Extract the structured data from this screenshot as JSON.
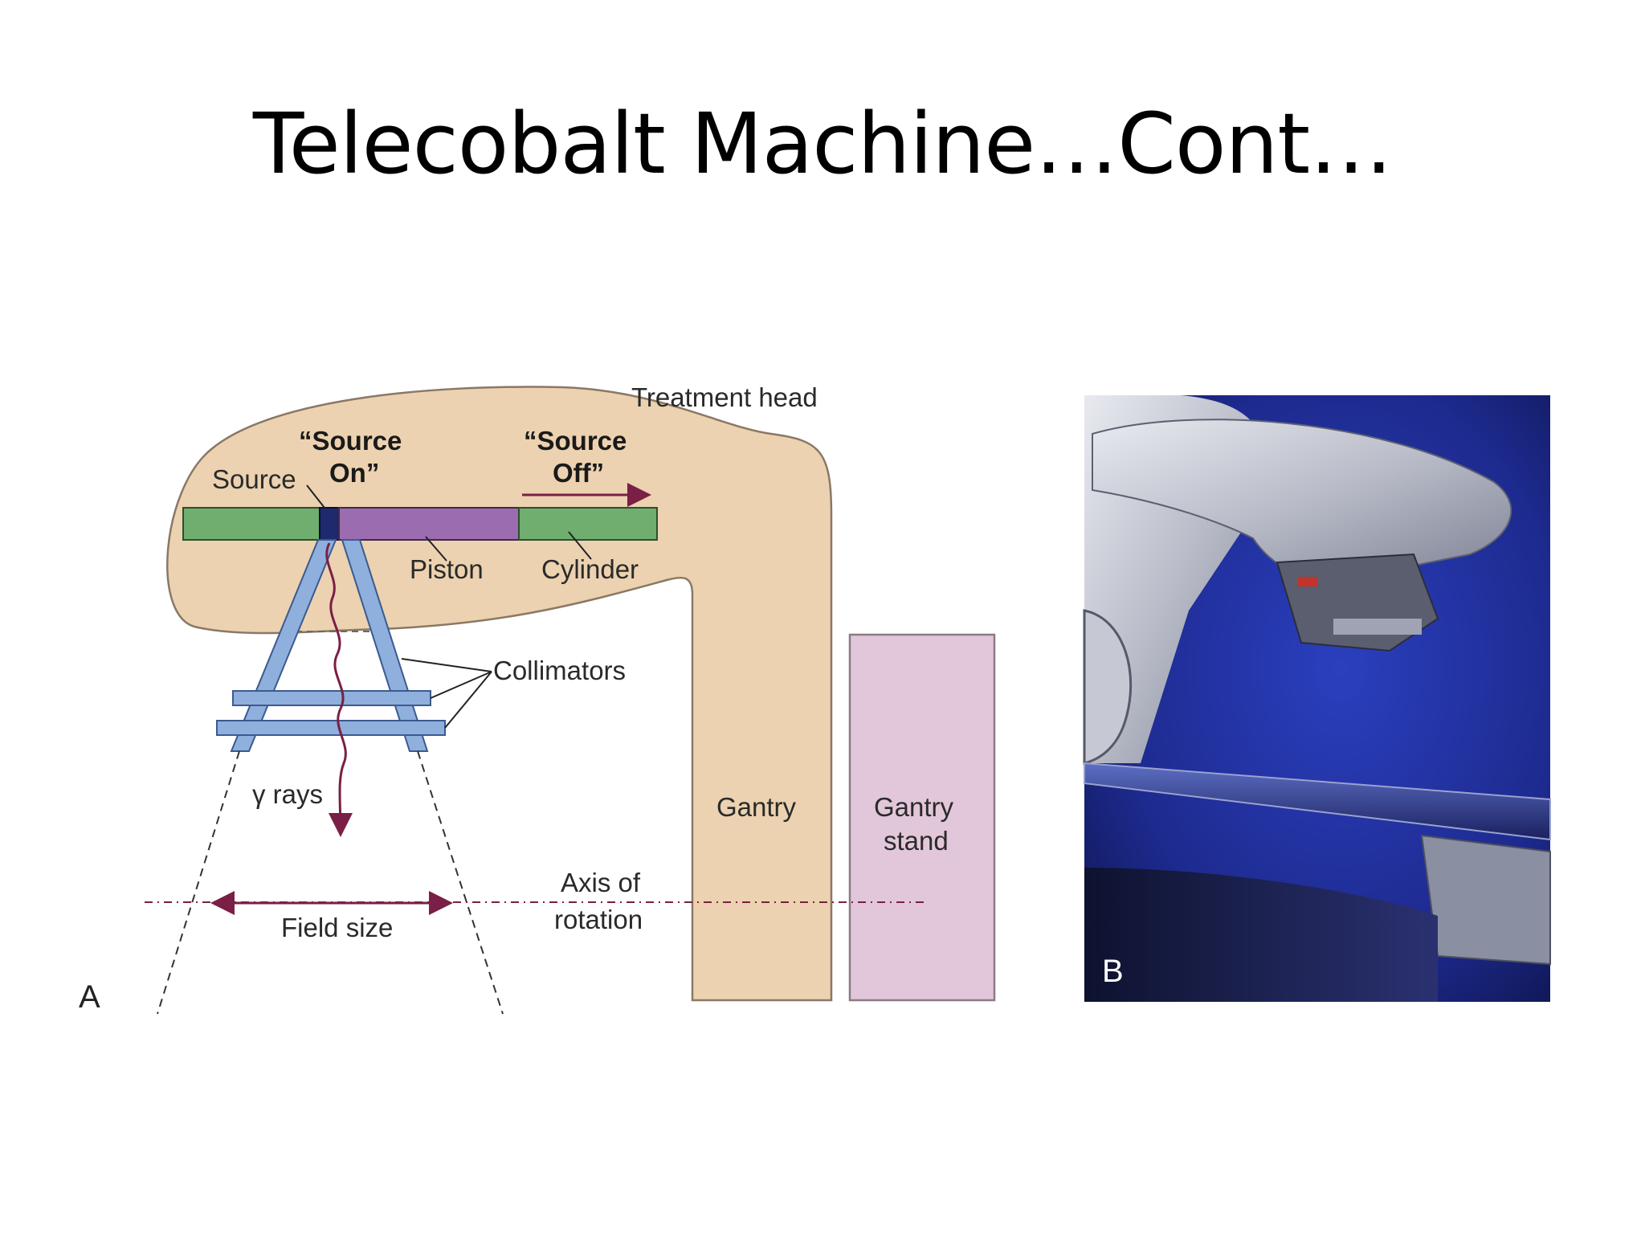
{
  "slide": {
    "title": "Telecobalt Machine…Cont…"
  },
  "diagram": {
    "panel_label": "A",
    "treatment_head": "Treatment head",
    "source_on_line1": "“Source",
    "source_on_line2": "On”",
    "source_off_line1": "“Source",
    "source_off_line2": "Off”",
    "source": "Source",
    "piston": "Piston",
    "cylinder": "Cylinder",
    "collimators": "Collimators",
    "gamma_rays": "γ rays",
    "gantry": "Gantry",
    "gantry_stand_line1": "Gantry",
    "gantry_stand_line2": "stand",
    "axis_line1": "Axis of",
    "axis_line2": "rotation",
    "field_size": "Field size"
  },
  "photo": {
    "panel_label": "B"
  },
  "colors": {
    "head_fill": "#ecd2b0",
    "stand_fill": "#e2c7da",
    "cylinder_green": "#6fae6e",
    "piston_purple": "#9c6cb0",
    "source_navy": "#1d2a6e",
    "collimator_blue": "#8fafdd",
    "arrow_maroon": "#7a1f45"
  }
}
